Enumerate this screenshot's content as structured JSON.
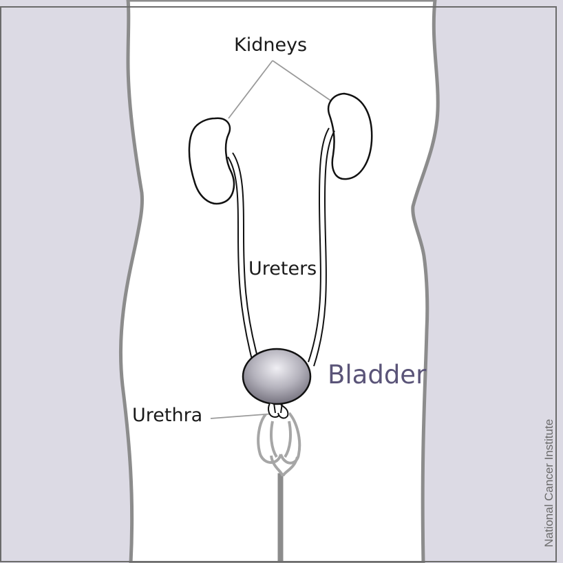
{
  "labels": {
    "kidneys": "Kidneys",
    "ureters": "Ureters",
    "bladder": "Bladder",
    "urethra": "Urethra"
  },
  "credit": "National Cancer Institute",
  "colors": {
    "background_fill": "#dcdae4",
    "body_fill": "#ffffff",
    "body_outline": "#8c8c8c",
    "organ_outline": "#111111",
    "leader_line": "#9a9a9a",
    "bladder_fill": "#a9a7b1",
    "bladder_label": "#5a5478",
    "credit_text": "#6a6a6a"
  }
}
